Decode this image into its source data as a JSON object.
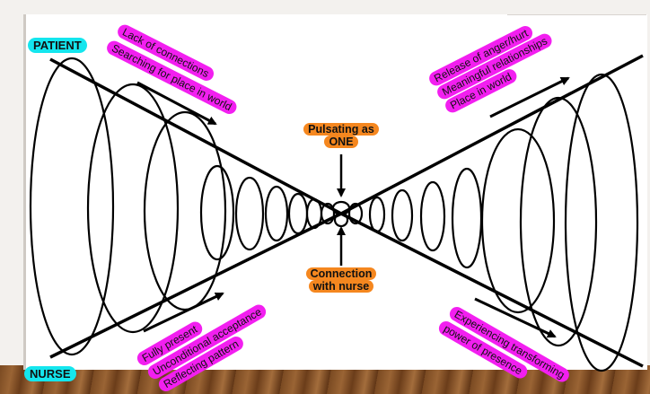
{
  "diagram": {
    "title": "Patient–Nurse connection hourglass spiral",
    "roles": {
      "patient": "PATIENT",
      "nurse": "NURSE"
    },
    "patient_before": [
      "Lack of connections",
      "Searching for place in world"
    ],
    "patient_after": [
      "Release of anger/hurt",
      "Meaningful relationships",
      "Place in world"
    ],
    "nurse_before": [
      "Fully present",
      "Unconditional acceptance",
      "Reflecting pattern"
    ],
    "nurse_after": [
      "Experiencing transforming",
      "power of presence"
    ],
    "center_top": [
      "Pulsating as",
      "ONE"
    ],
    "center_bottom": [
      "Connection",
      "with nurse"
    ],
    "colors": {
      "role_highlight": "#14e6ee",
      "phrase_highlight": "#f21ff0",
      "center_highlight": "#f5871f",
      "line": "#000000"
    }
  }
}
